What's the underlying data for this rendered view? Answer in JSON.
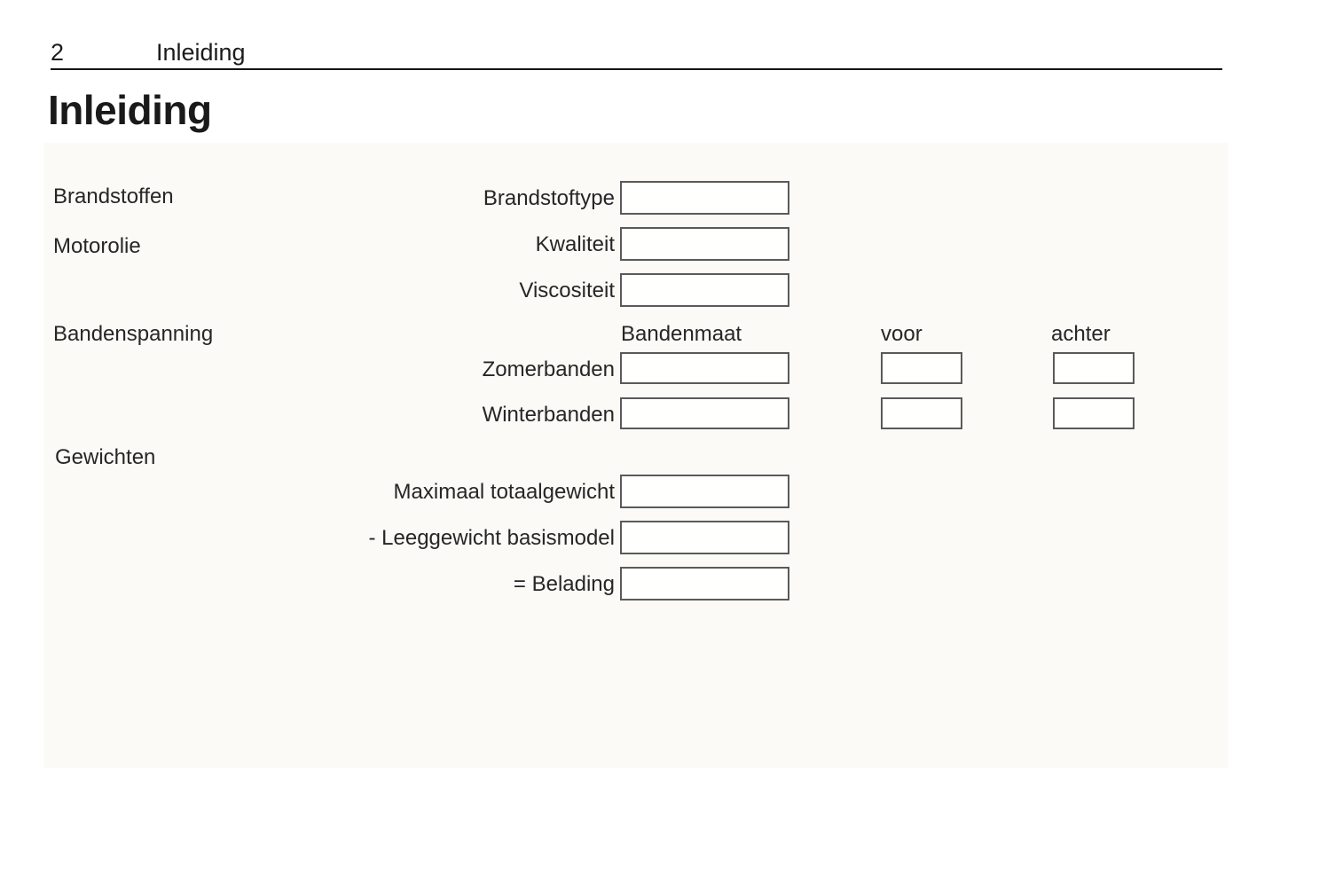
{
  "header": {
    "page_number": "2",
    "chapter_title": "Inleiding"
  },
  "page_title": "Inleiding",
  "form": {
    "sections": {
      "fuels_label": "Brandstoffen",
      "engine_oil_label": "Motorolie",
      "tyre_pressure_label": "Bandenspanning",
      "weights_label": "Gewichten"
    },
    "columns": {
      "tyre_size": "Bandenmaat",
      "front": "voor",
      "rear": "achter"
    },
    "fields": {
      "fuel_type": {
        "label": "Brandstoftype",
        "value": ""
      },
      "oil_quality": {
        "label": "Kwaliteit",
        "value": ""
      },
      "oil_viscosity": {
        "label": "Viscositeit",
        "value": ""
      },
      "summer_tyres": {
        "label": "Zomerbanden",
        "size": "",
        "front": "",
        "rear": ""
      },
      "winter_tyres": {
        "label": "Winterbanden",
        "size": "",
        "front": "",
        "rear": ""
      },
      "max_total_weight": {
        "label": "Maximaal totaalgewicht",
        "value": ""
      },
      "kerb_weight_base_model": {
        "label": "- Leeggewicht basismodel",
        "value": ""
      },
      "payload": {
        "label": "= Belading",
        "value": ""
      }
    }
  },
  "colors": {
    "text": "#262626",
    "box_border": "#5a5a5a",
    "panel_bg": "#fbfaf6",
    "rule": "#141414"
  }
}
